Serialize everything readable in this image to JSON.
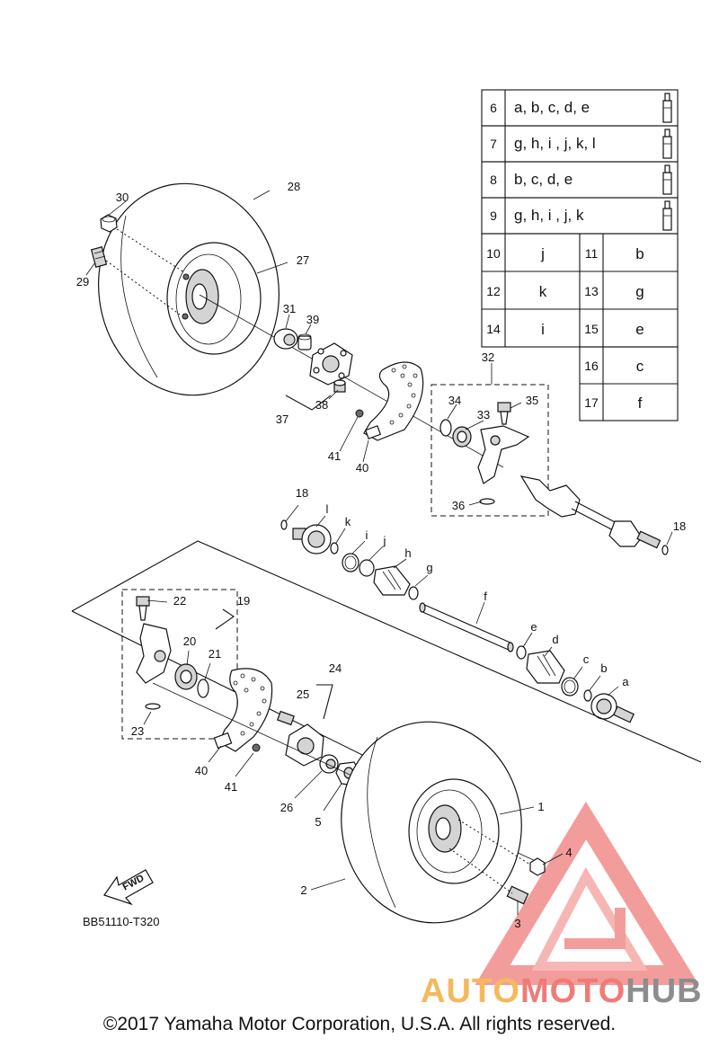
{
  "drawing_code": "BB51110-T320",
  "fwd_label": "FWD",
  "copyright": "©2017 Yamaha Motor Corporation, U.S.A. All rights reserved.",
  "watermark": {
    "part1": "AUTO",
    "part2": "MOTO",
    "part3": "HUB"
  },
  "kit_table": {
    "kit_rows": [
      {
        "num": "6",
        "parts": "a, b, c, d, e"
      },
      {
        "num": "7",
        "parts": "g, h, i , j, k, l"
      },
      {
        "num": "8",
        "parts": "b, c, d, e"
      },
      {
        "num": "9",
        "parts": "g, h, i , j, k"
      }
    ],
    "pair_rows": [
      {
        "n1": "10",
        "l1": "j",
        "n2": "11",
        "l2": "b"
      },
      {
        "n1": "12",
        "l1": "k",
        "n2": "13",
        "l2": "g"
      },
      {
        "n1": "14",
        "l1": "i",
        "n2": "15",
        "l2": "e"
      }
    ],
    "single_rows": [
      {
        "num": "16",
        "letter": "c"
      },
      {
        "num": "17",
        "letter": "f"
      }
    ]
  },
  "callouts": {
    "c1": "1",
    "c2": "2",
    "c3": "3",
    "c4": "4",
    "c5": "5",
    "c18a": "18",
    "c18b": "18",
    "c19": "19",
    "c20": "20",
    "c21": "21",
    "c22": "22",
    "c23": "23",
    "c24": "24",
    "c25": "25",
    "c26": "26",
    "c27": "27",
    "c28": "28",
    "c29": "29",
    "c30": "30",
    "c31": "31",
    "c32": "32",
    "c33": "33",
    "c34": "34",
    "c35": "35",
    "c36": "36",
    "c37": "37",
    "c38": "38",
    "c39": "39",
    "c40a": "40",
    "c40b": "40",
    "c41a": "41",
    "c41b": "41",
    "la": "a",
    "lb": "b",
    "lc": "c",
    "ld": "d",
    "le": "e",
    "lf": "f",
    "lg": "g",
    "lh": "h",
    "li": "i",
    "lj": "j",
    "lk": "k",
    "ll": "l"
  }
}
